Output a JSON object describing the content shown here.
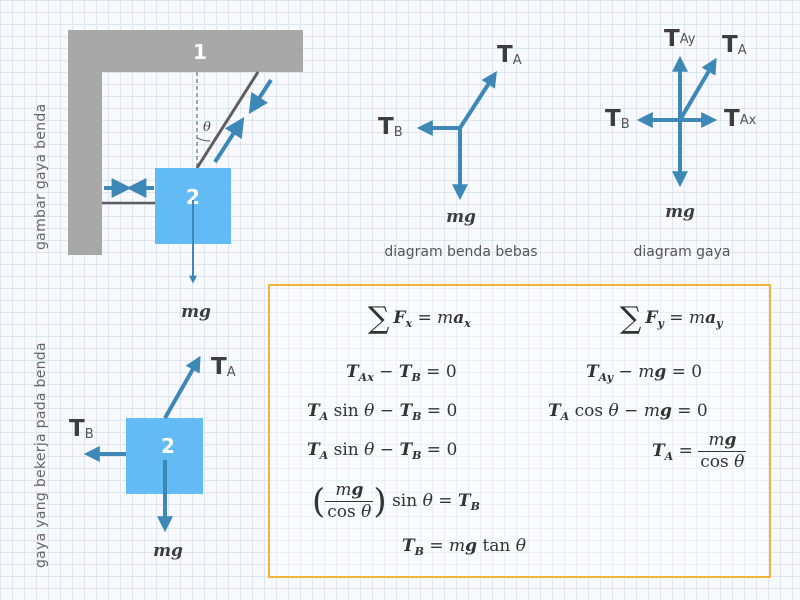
{
  "side_labels": {
    "top": "gambar gaya benda",
    "bottom": "gaya yang bekerja pada benda"
  },
  "figure": {
    "ceiling_label": "1",
    "block_label": "2",
    "theta": "θ",
    "weight": "mg"
  },
  "fbd": {
    "TA": "T",
    "TA_sub": "A",
    "TB": "T",
    "TB_sub": "B",
    "weight": "mg",
    "caption": "diagram benda bebas"
  },
  "force_diagram": {
    "TAy": "T",
    "TAy_sub": "Ay",
    "TA": "T",
    "TA_sub": "A",
    "TB": "T",
    "TB_sub": "B",
    "TAx": "T",
    "TAx_sub": "Ax",
    "weight": "mg",
    "caption": "diagram gaya"
  },
  "block_forces": {
    "TA": "T",
    "TA_sub": "A",
    "TB": "T",
    "TB_sub": "B",
    "block_label": "2",
    "weight": "mg"
  },
  "equations": {
    "sum_x": {
      "sigma": "∑",
      "F": "F",
      "sub": "x",
      "rhs_m": "m",
      "rhs_a": "a",
      "rhs_sub": "x"
    },
    "sum_y": {
      "sigma": "∑",
      "F": "F",
      "sub": "y",
      "rhs_m": "m",
      "rhs_a": "a",
      "rhs_sub": "y"
    },
    "x1": "T_Ax − T_B = 0",
    "x2": "T_A sin θ − T_B = 0",
    "x3": "T_A sin θ − T_B = 0",
    "x4": "(mg / cos θ) sin θ = T_B",
    "x5": "T_B = mg tan θ",
    "y1": "T_Ay − mg = 0",
    "y2": "T_A cos θ − mg = 0",
    "y3": "T_A = mg / cos θ"
  },
  "colors": {
    "arrow": "#3d88b6",
    "block": "#62bbf5",
    "wall": "#a8a8a8",
    "box_border": "#f0b43c"
  }
}
